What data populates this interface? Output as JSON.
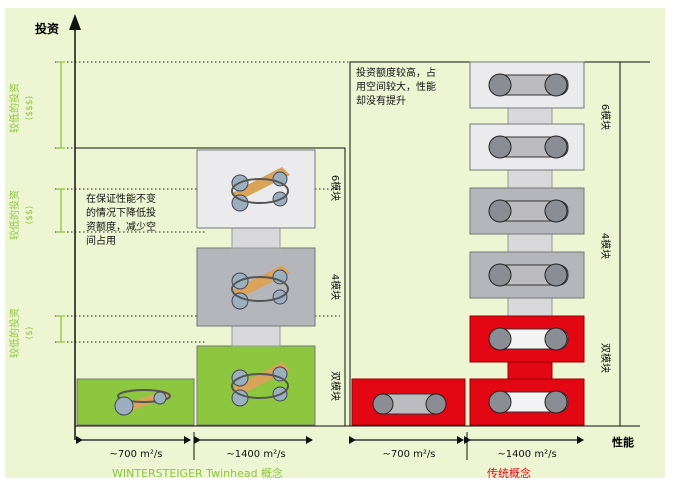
{
  "axes": {
    "y_label": "投资",
    "x_label": "性能"
  },
  "left_concept": {
    "footer": "WINTERSTEIGER Twinhead 概念",
    "footer_color": "#8dc63f",
    "note": [
      "在保证性能不变",
      "的情况下降低投",
      "资额度，减少空",
      "间占用"
    ],
    "module_labels": [
      "6模块",
      "4模块",
      "双模块"
    ],
    "speed_labels": [
      "~700 m²/s",
      "~1400 m²/s"
    ]
  },
  "right_concept": {
    "footer": "传统概念",
    "footer_color": "#e30613",
    "note": [
      "投资额度较高，占",
      "用空间较大，性能",
      "却没有提升"
    ],
    "module_labels": [
      "6模块",
      "4模块",
      "双模块"
    ],
    "speed_labels": [
      "~700 m²/s",
      "~1400 m²/s"
    ]
  },
  "investment_levels": [
    {
      "label": "较低的投资",
      "sub": "($$$)"
    },
    {
      "label": "较低的投资",
      "sub": "($$)"
    },
    {
      "label": "较低的投资",
      "sub": "($)"
    }
  ],
  "colors": {
    "green": "#8dc63f",
    "red": "#e30613",
    "grey": "#b4b6bc",
    "light": "#ebebed",
    "connector": "#d9d9dc"
  }
}
